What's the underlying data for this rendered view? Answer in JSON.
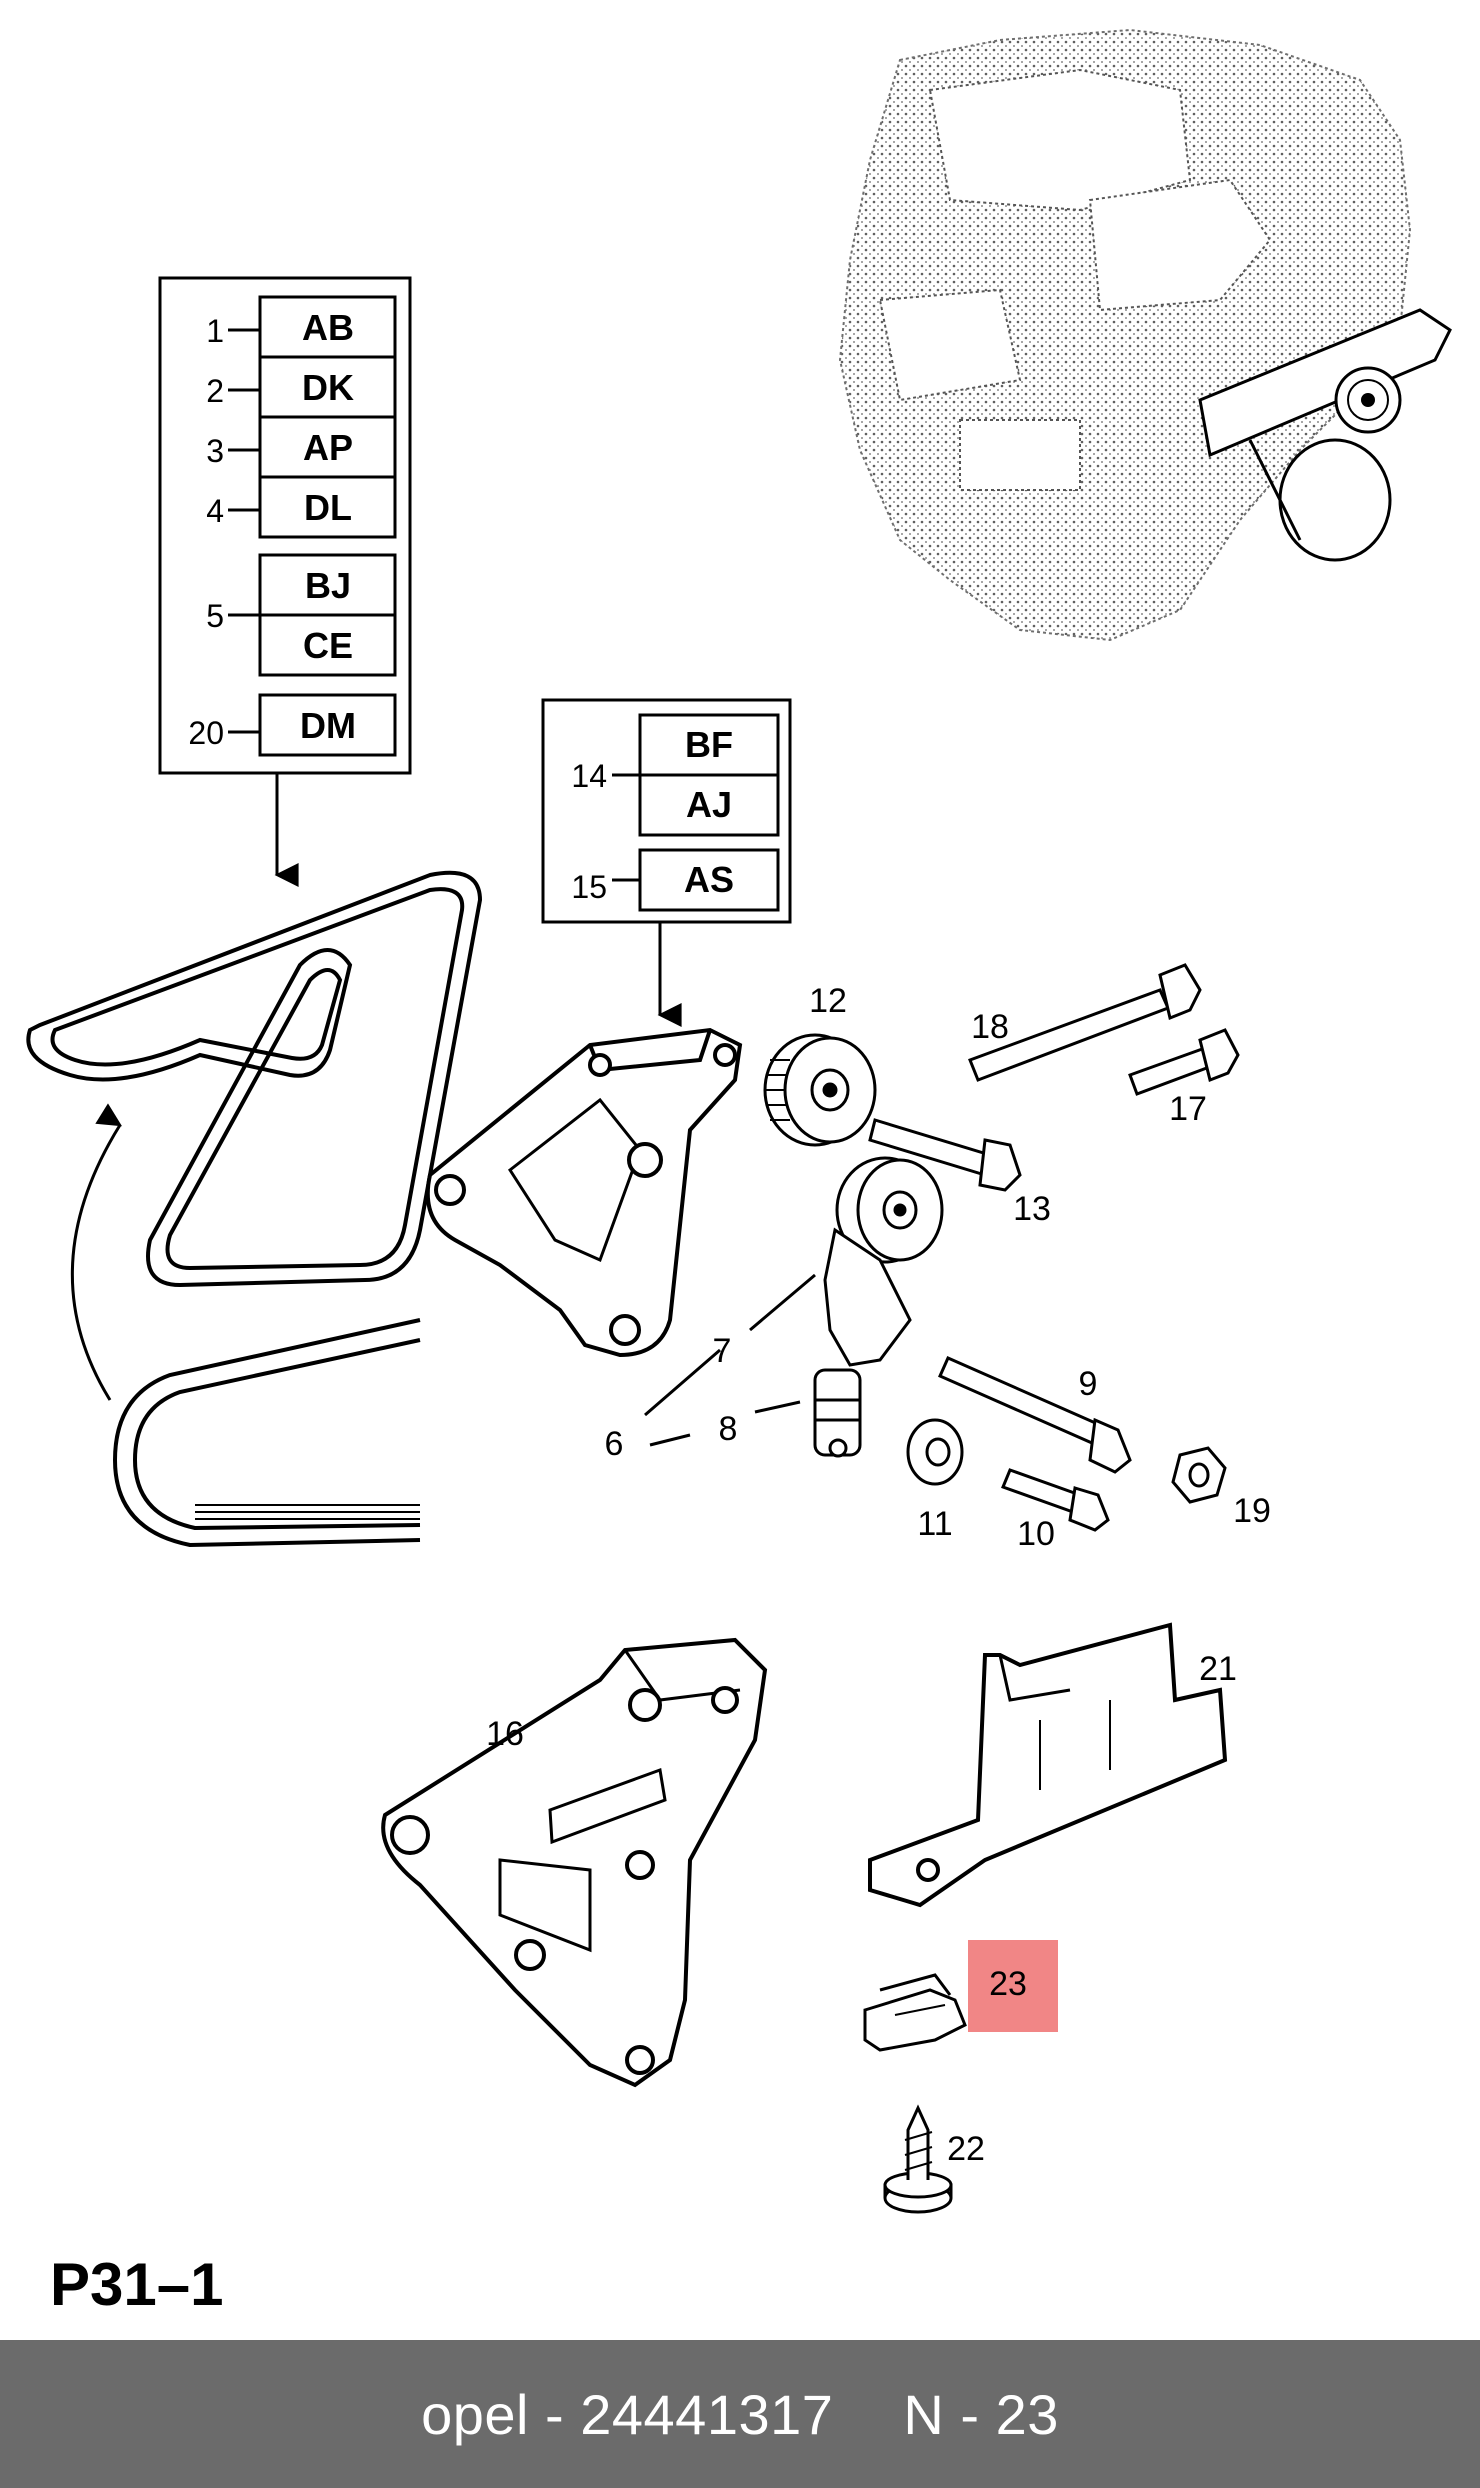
{
  "diagram": {
    "code_groups": [
      {
        "items": [
          {
            "number": "1",
            "codes": [
              "AB"
            ]
          },
          {
            "number": "2",
            "codes": [
              "DK"
            ]
          },
          {
            "number": "3",
            "codes": [
              "AP"
            ]
          },
          {
            "number": "4",
            "codes": [
              "DL"
            ]
          },
          {
            "number": "5",
            "codes": [
              "BJ",
              "CE"
            ]
          },
          {
            "number": "20",
            "codes": [
              "DM"
            ]
          }
        ]
      },
      {
        "items": [
          {
            "number": "14",
            "codes": [
              "BF",
              "AJ"
            ]
          },
          {
            "number": "15",
            "codes": [
              "AS"
            ]
          }
        ]
      }
    ],
    "callouts": [
      "12",
      "18",
      "17",
      "13",
      "7",
      "9",
      "6",
      "8",
      "11",
      "10",
      "19",
      "21",
      "16",
      "23",
      "22"
    ],
    "highlighted_callout": "23",
    "highlight_color": "#f08080",
    "page_code": "P31–1"
  },
  "footer": {
    "brand": "opel",
    "part_number": "24441317",
    "position": "N - 23",
    "separator": "-",
    "background_color": "#6b6b6b"
  }
}
